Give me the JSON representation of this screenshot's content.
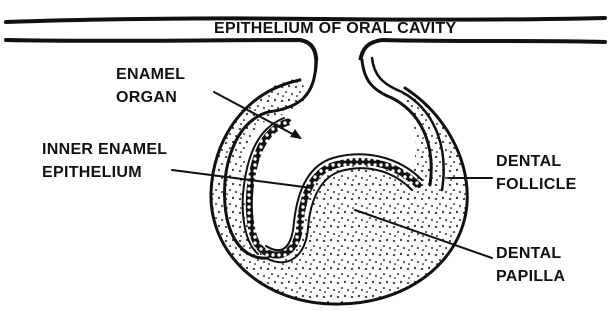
{
  "diagram": {
    "title": "EPITHELIUM OF ORAL CAVITY",
    "labels": {
      "enamel_organ": [
        "ENAMEL",
        "ORGAN"
      ],
      "inner_enamel_epithelium": [
        "INNER ENAMEL",
        "EPITHELIUM"
      ],
      "dental_follicle": [
        "DENTAL",
        "FOLLICLE"
      ],
      "dental_papilla": [
        "DENTAL",
        "PAPILLA"
      ]
    }
  },
  "colors": {
    "ink": "#111111",
    "background": "#ffffff"
  }
}
